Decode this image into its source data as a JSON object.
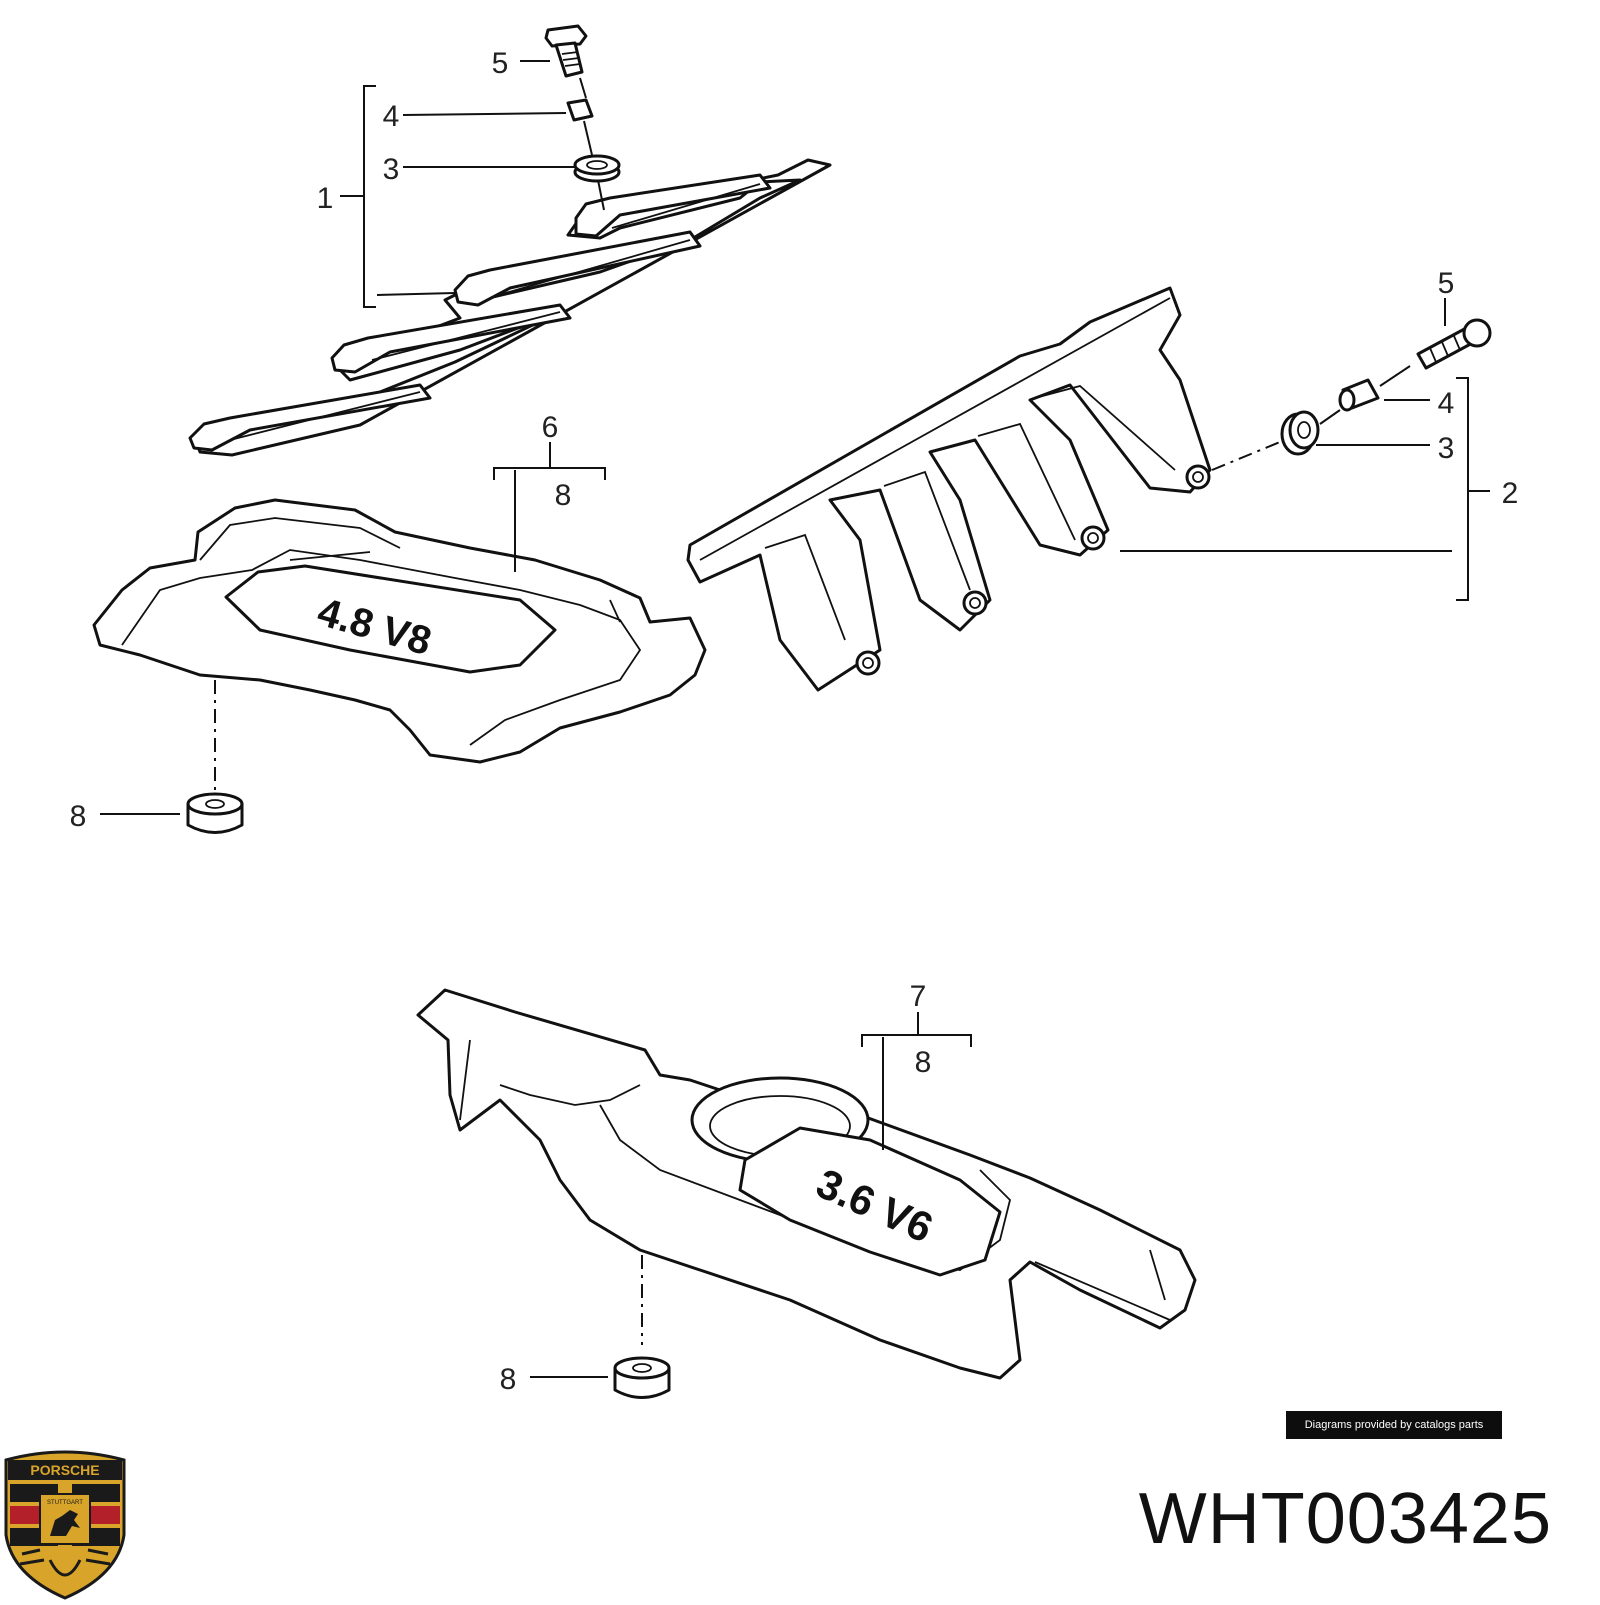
{
  "diagram": {
    "callouts": {
      "bracket_group_1": "1",
      "bracket_group_2": "2",
      "top_left_5": "5",
      "top_left_4": "4",
      "top_left_3": "3",
      "right_5": "5",
      "right_4": "4",
      "right_3": "3",
      "cover_v8_6": "6",
      "cover_v8_8a": "8",
      "cover_v8_8b": "8",
      "cover_v6_7": "7",
      "cover_v6_8a": "8",
      "cover_v6_8b": "8"
    },
    "cover_labels": {
      "v8": "4.8 V8",
      "v6": "3.6 V6"
    }
  },
  "footer": {
    "credit": "Diagrams provided by catalogs parts",
    "part_number": "WHT003425"
  },
  "logo": {
    "brand": "PORSCHE",
    "city": "STUTTGART"
  },
  "colors": {
    "line": "#111111",
    "credit_bg": "#0d0d0d",
    "logo_gold": "#d8a52a",
    "logo_red": "#b3202a",
    "logo_black": "#1a1a1a"
  }
}
